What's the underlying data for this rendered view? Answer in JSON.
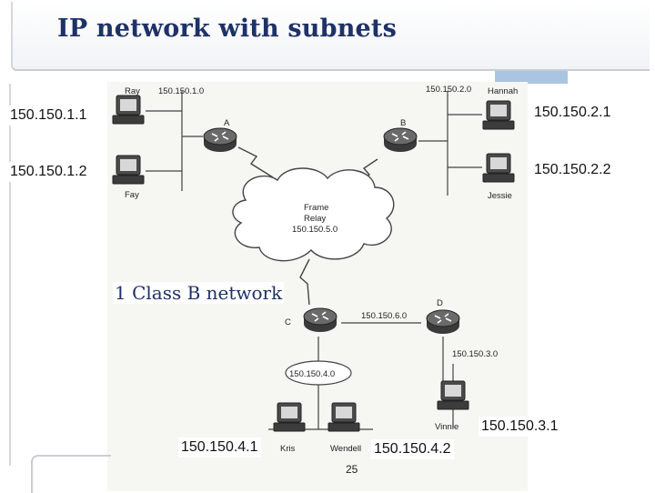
{
  "title": "IP network with subnets",
  "subnet_labels": {
    "top_left": "150.150.1.0",
    "top_right": "150.150.2.0",
    "frame_relay": [
      "Frame",
      "Relay",
      "150.150.5.0"
    ],
    "cd_link": "150.150.6.0",
    "d_lan": "150.150.3.0",
    "c_lan": "150.150.4.0"
  },
  "routers": {
    "a": "A",
    "b": "B",
    "c": "C",
    "d": "D"
  },
  "hosts": {
    "ray": "Ray",
    "fay": "Fay",
    "hannah": "Hannah",
    "jessie": "Jessie",
    "kris": "Kris",
    "wendell": "Wendell",
    "vinnie": "Vinnie"
  },
  "ip_overlays": {
    "ray": "150.150.1.1",
    "fay": "150.150.1.2",
    "hannah": "150.150.2.1",
    "jessie": "150.150.2.2",
    "vinnie": "150.150.3.1",
    "kris": "150.150.4.1",
    "wendell": "150.150.4.2"
  },
  "class_label": "1 Class B network",
  "page_number": "25",
  "colors": {
    "title": "#1e3268",
    "accent": "#a9c5e2"
  }
}
